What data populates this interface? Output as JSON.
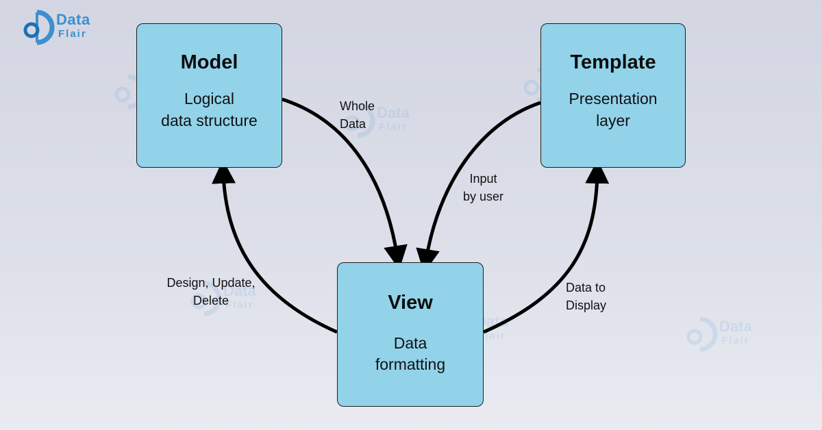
{
  "logo": {
    "word1": "Data",
    "word2": "Flair"
  },
  "nodes": {
    "model": {
      "title": "Model",
      "subtitle": "Logical\ndata structure"
    },
    "template": {
      "title": "Template",
      "subtitle": "Presentation\nlayer"
    },
    "view": {
      "title": "View",
      "subtitle": "Data\nformatting"
    }
  },
  "edges": {
    "model_to_view": "Whole\nData",
    "template_to_view": "Input\nby user",
    "view_to_model": "Design, Update,\nDelete",
    "view_to_template": "Data to\nDisplay"
  },
  "colors": {
    "box_fill": "#92d3ea",
    "arrow": "#000000",
    "logo": "#3d8fd0"
  }
}
